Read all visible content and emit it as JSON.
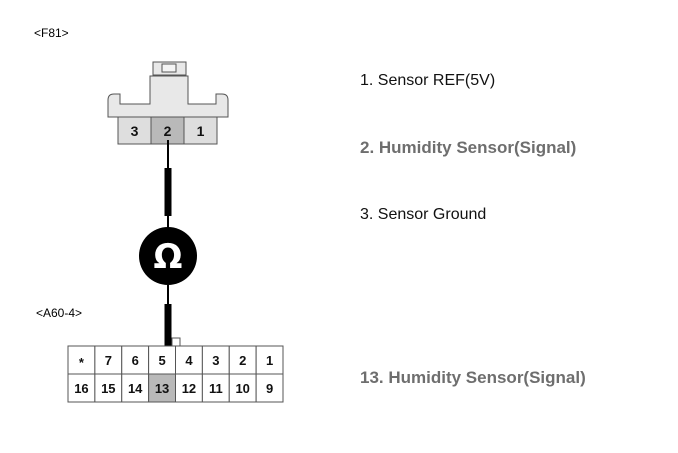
{
  "connectors": {
    "f81": {
      "label": "<F81>",
      "pins": [
        "3",
        "2",
        "1"
      ]
    },
    "a60": {
      "label": "<A60-4>",
      "row_top": [
        "*",
        "7",
        "6",
        "5",
        "4",
        "3",
        "2",
        "1"
      ],
      "row_bottom": [
        "16",
        "15",
        "14",
        "13",
        "12",
        "11",
        "10",
        "9"
      ]
    }
  },
  "component": {
    "symbol": "Ω"
  },
  "descriptions": [
    {
      "text": "1. Sensor REF(5V)",
      "highlight": false
    },
    {
      "text": "2. Humidity Sensor(Signal)",
      "highlight": true
    },
    {
      "text": "3. Sensor Ground",
      "highlight": false
    },
    {
      "text": "13. Humidity Sensor(Signal)",
      "highlight": true
    }
  ],
  "colors": {
    "connector_fill": "#e6e6e6",
    "active_pin_fill": "#b9b9b9",
    "wire": "#000000",
    "highlight_text": "#6e6e6e"
  }
}
